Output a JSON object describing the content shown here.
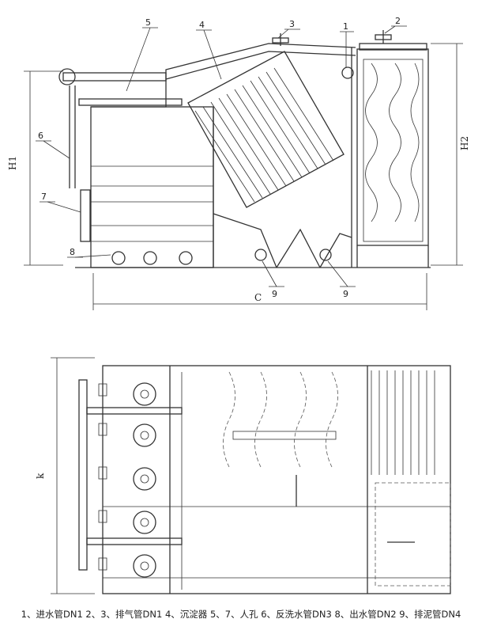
{
  "labels": {
    "n1": "1",
    "n2": "2",
    "n3": "3",
    "n4": "4",
    "n5": "5",
    "n6": "6",
    "n7": "7",
    "n8": "8",
    "n9a": "9",
    "n9b": "9"
  },
  "dimensions": {
    "h1": "H1",
    "h2": "H2",
    "c": "C",
    "k": "k"
  },
  "legend": {
    "text": "1、进水管DN1 2、3、排气管DN1 4、沉淀器 5、7、人孔 6、反洗水管DN3 8、出水管DN2 9、排泥管DN4"
  }
}
